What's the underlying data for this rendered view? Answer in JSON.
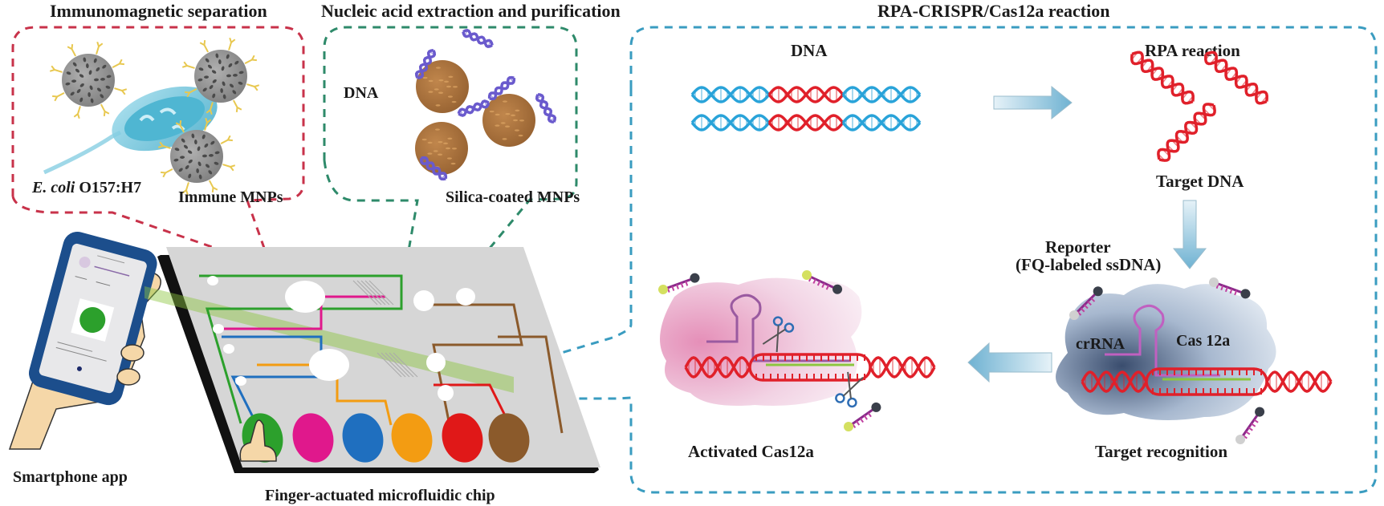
{
  "panels": {
    "immunomagnetic": {
      "title": "Immunomagnetic separation",
      "labels": {
        "bacteria": "E. coli",
        "strain": " O157:H7",
        "particles": "Immune MNPs"
      },
      "border_color": "#c8324a"
    },
    "extraction": {
      "title": "Nucleic acid extraction and purification",
      "labels": {
        "dna": "DNA",
        "particles": "Silica-coated MNPs"
      },
      "border_color": "#2e8a6a"
    },
    "rpa_crispr": {
      "title": "RPA-CRISPR/Cas12a reaction",
      "labels": {
        "dna": "DNA",
        "rpa": "RPA reaction",
        "target_dna": "Target DNA",
        "reporter_line1": "Reporter",
        "reporter_line2": "(FQ-labeled ssDNA)",
        "crrna": "crRNA",
        "cas": "Cas 12a",
        "target_recognition": "Target recognition",
        "activated": "Activated Cas12a"
      },
      "border_color": "#3a9cc0"
    }
  },
  "device": {
    "smartphone_label": "Smartphone app",
    "chip_label": "Finger-actuated microfluidic chip",
    "chamber_colors": [
      "#2ca02c",
      "#e0188c",
      "#1f6fbf",
      "#f39c12",
      "#e01818",
      "#8b5a2b"
    ]
  },
  "colors": {
    "dna_blue": "#29a3d9",
    "dna_red": "#e0202a",
    "mnp_gray": "#8c8c8c",
    "mnp_brown": "#a86a34",
    "reporter": "#8a2a8a",
    "arrow": "#8fc4dc",
    "signal_green": "#8cc63f"
  }
}
